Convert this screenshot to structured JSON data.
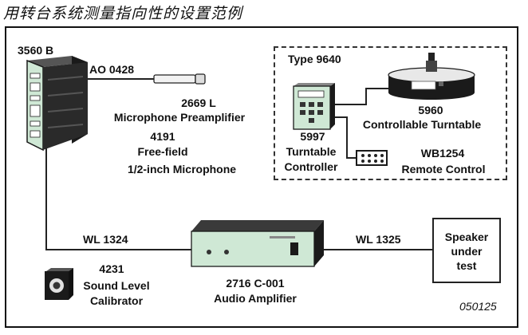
{
  "page_title": "用转台系统测量指向性的设置范例",
  "analyzer": {
    "label": "3560 B"
  },
  "adapter": {
    "label": "AO 0428"
  },
  "preamp": {
    "model": "2669 L",
    "name": "Microphone Preamplifier",
    "mic_model": "4191",
    "mic_type": "Free-field",
    "mic_size": "1/2-inch Microphone"
  },
  "turntable_system": {
    "title": "Type 9640",
    "turntable": {
      "model": "5960",
      "name": "Controllable Turntable"
    },
    "controller": {
      "model": "5997",
      "name_line1": "Turntable",
      "name_line2": "Controller"
    },
    "remote": {
      "model": "WB1254",
      "name": "Remote Control"
    }
  },
  "cables": {
    "left": "WL 1324",
    "right": "WL 1325"
  },
  "calibrator": {
    "model": "4231",
    "name_line1": "Sound Level",
    "name_line2": "Calibrator"
  },
  "amplifier": {
    "model": "2716 C-001",
    "name": "Audio Amplifier"
  },
  "speaker": {
    "line1": "Speaker",
    "line2": "under",
    "line3": "test"
  },
  "figure_id": "050125",
  "colors": {
    "device_green": "#cfe8d5",
    "frame": "#111111",
    "dark": "#1a1a1a"
  }
}
